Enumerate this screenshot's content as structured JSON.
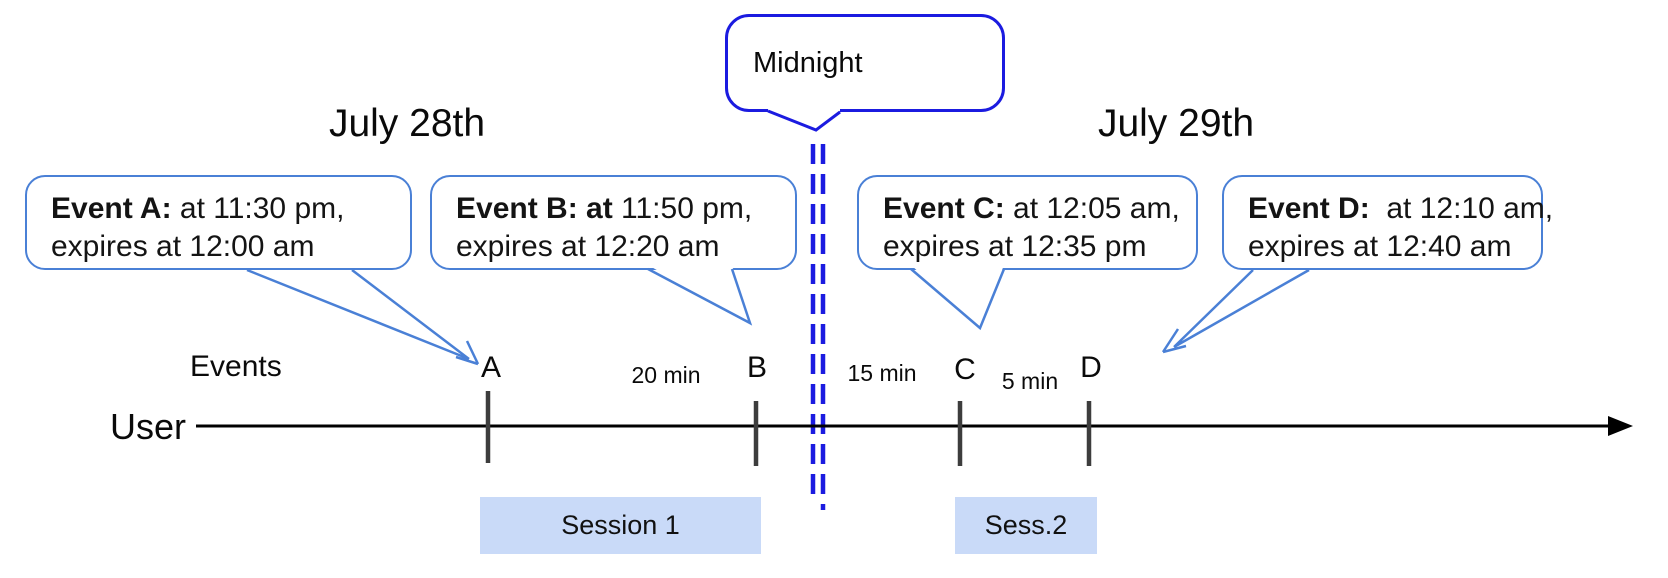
{
  "dates": {
    "july28": "July 28th",
    "july29": "July 29th"
  },
  "midnight": {
    "label": "Midnight"
  },
  "callouts": [
    {
      "bold": "Event A:",
      "rest": " at 11:30 pm,",
      "line2": "expires at 12:00 am"
    },
    {
      "bold": "Event B: at",
      "rest": " 11:50 pm,",
      "line2": "expires at 12:20 am"
    },
    {
      "bold": "Event C:",
      "rest": " at 12:05 am,",
      "line2": "expires at 12:35 pm"
    },
    {
      "bold": "Event D:",
      "rest": "  at 12:10 am,",
      "line2": "expires at 12:40 am"
    }
  ],
  "timeline": {
    "events_label": "Events",
    "user_label": "User",
    "ticks": [
      "A",
      "B",
      "C",
      "D"
    ],
    "gaps": [
      "20 min",
      "15 min",
      "5 min"
    ]
  },
  "sessions": [
    "Session 1",
    "Sess.2"
  ],
  "colors": {
    "callout_border": "#4a80d6",
    "midnight_blue": "#1b1be0",
    "session_fill": "#c9daf8",
    "tick_gray": "#3d3d3d",
    "timeline_black": "#000000"
  }
}
